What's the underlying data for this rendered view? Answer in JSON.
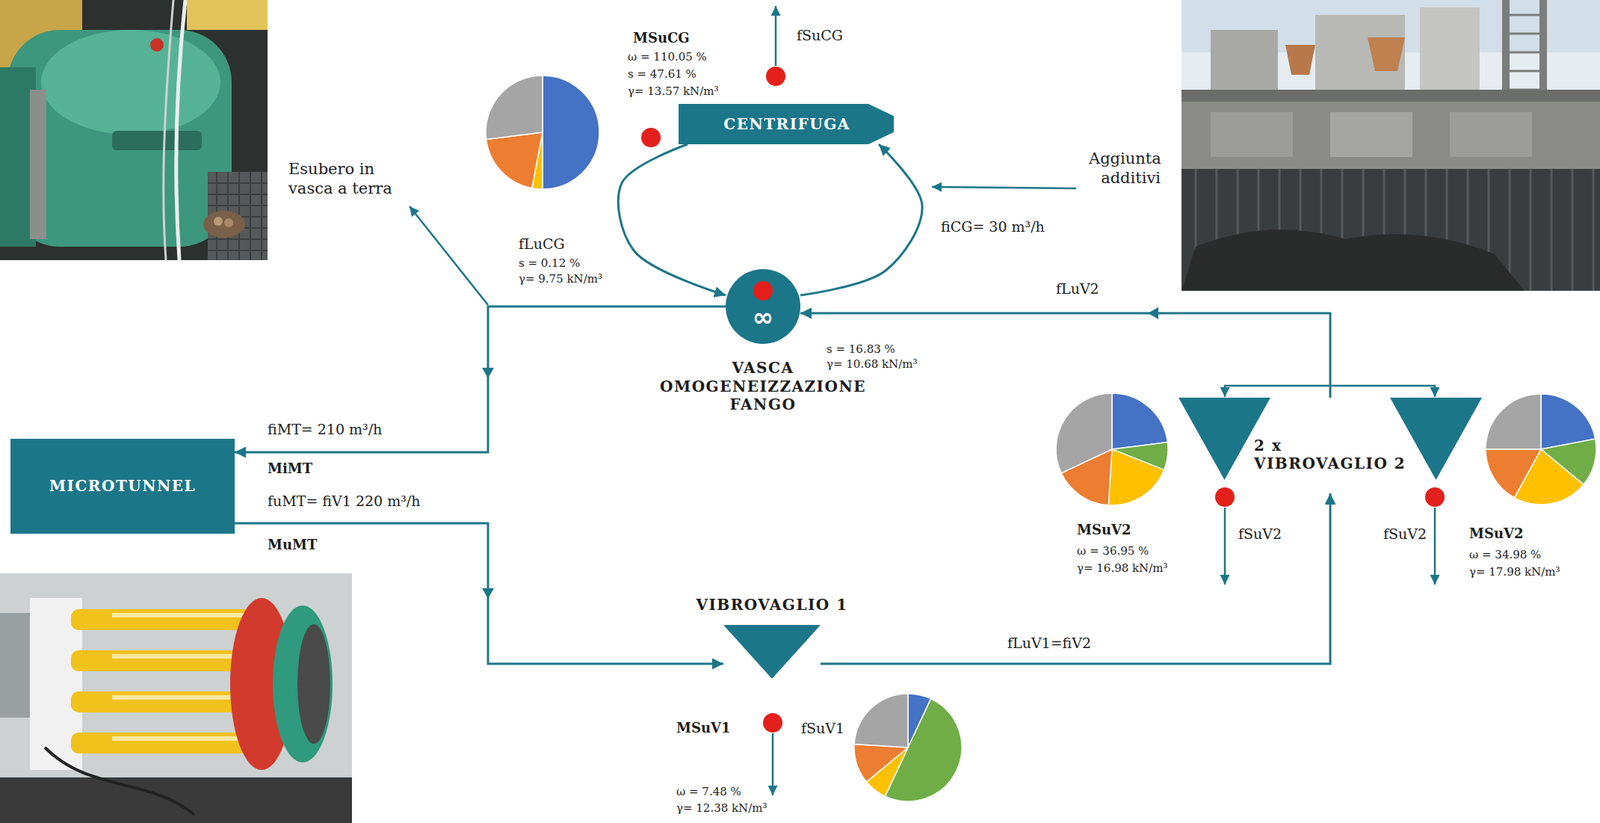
{
  "diagram": {
    "nodes": [
      {
        "text": [
          "CENTRIFUGA"
        ]
      },
      {
        "text": [
          "∞",
          "VASCA OMOGENEIZZAZIONE FANGO"
        ]
      },
      {
        "text": [
          "2 x VIBROVAGLIO 2"
        ]
      },
      {
        "text": [
          "MICROTUNNEL"
        ]
      },
      {
        "text": [
          "VIBROVAGLIO 1"
        ]
      }
    ],
    "edges": [
      {
        "from": 1,
        "to": 0,
        "arrow": "to",
        "label": "fiCG= 30 m³/h"
      },
      {
        "from": 0,
        "to": 1,
        "arrow": "to",
        "label": "fLuCG"
      },
      {
        "from": 1,
        "to": 3,
        "arrow": "to",
        "label": "fiMT= 210 m³/h"
      },
      {
        "from": 3,
        "to": 4,
        "arrow": "to",
        "label": "fuMT= fiV1 220 m³/h"
      },
      {
        "from": 4,
        "to": 2,
        "arrow": "to",
        "label": "fLuV1=fiV2"
      },
      {
        "from": 2,
        "to": 1,
        "arrow": "to",
        "label": "fLuV2"
      }
    ],
    "labels": [
      "MSuCG",
      "ω = 110.05 %",
      "s = 47.61 %",
      "γ= 13.57 kN/m³",
      "fSuCG",
      "Esubero in vasca a terra",
      "Aggiunta additivi",
      "s = 0.12 %",
      "γ= 9.75 kN/m³",
      "s = 16.83 %",
      "γ= 10.68 kN/m³",
      "MiMT",
      "MuMT",
      "MSuV2",
      "ω = 36.95 %",
      "γ= 16.98 kN/m³",
      "fSuV2",
      "fSuV2",
      "MSuV2",
      "ω = 34.98 %",
      "γ= 17.98 kN/m³",
      "MSuV1",
      "fSuV1",
      "ω = 7.48 %",
      "γ= 12.38 kN/m³"
    ]
  }
}
